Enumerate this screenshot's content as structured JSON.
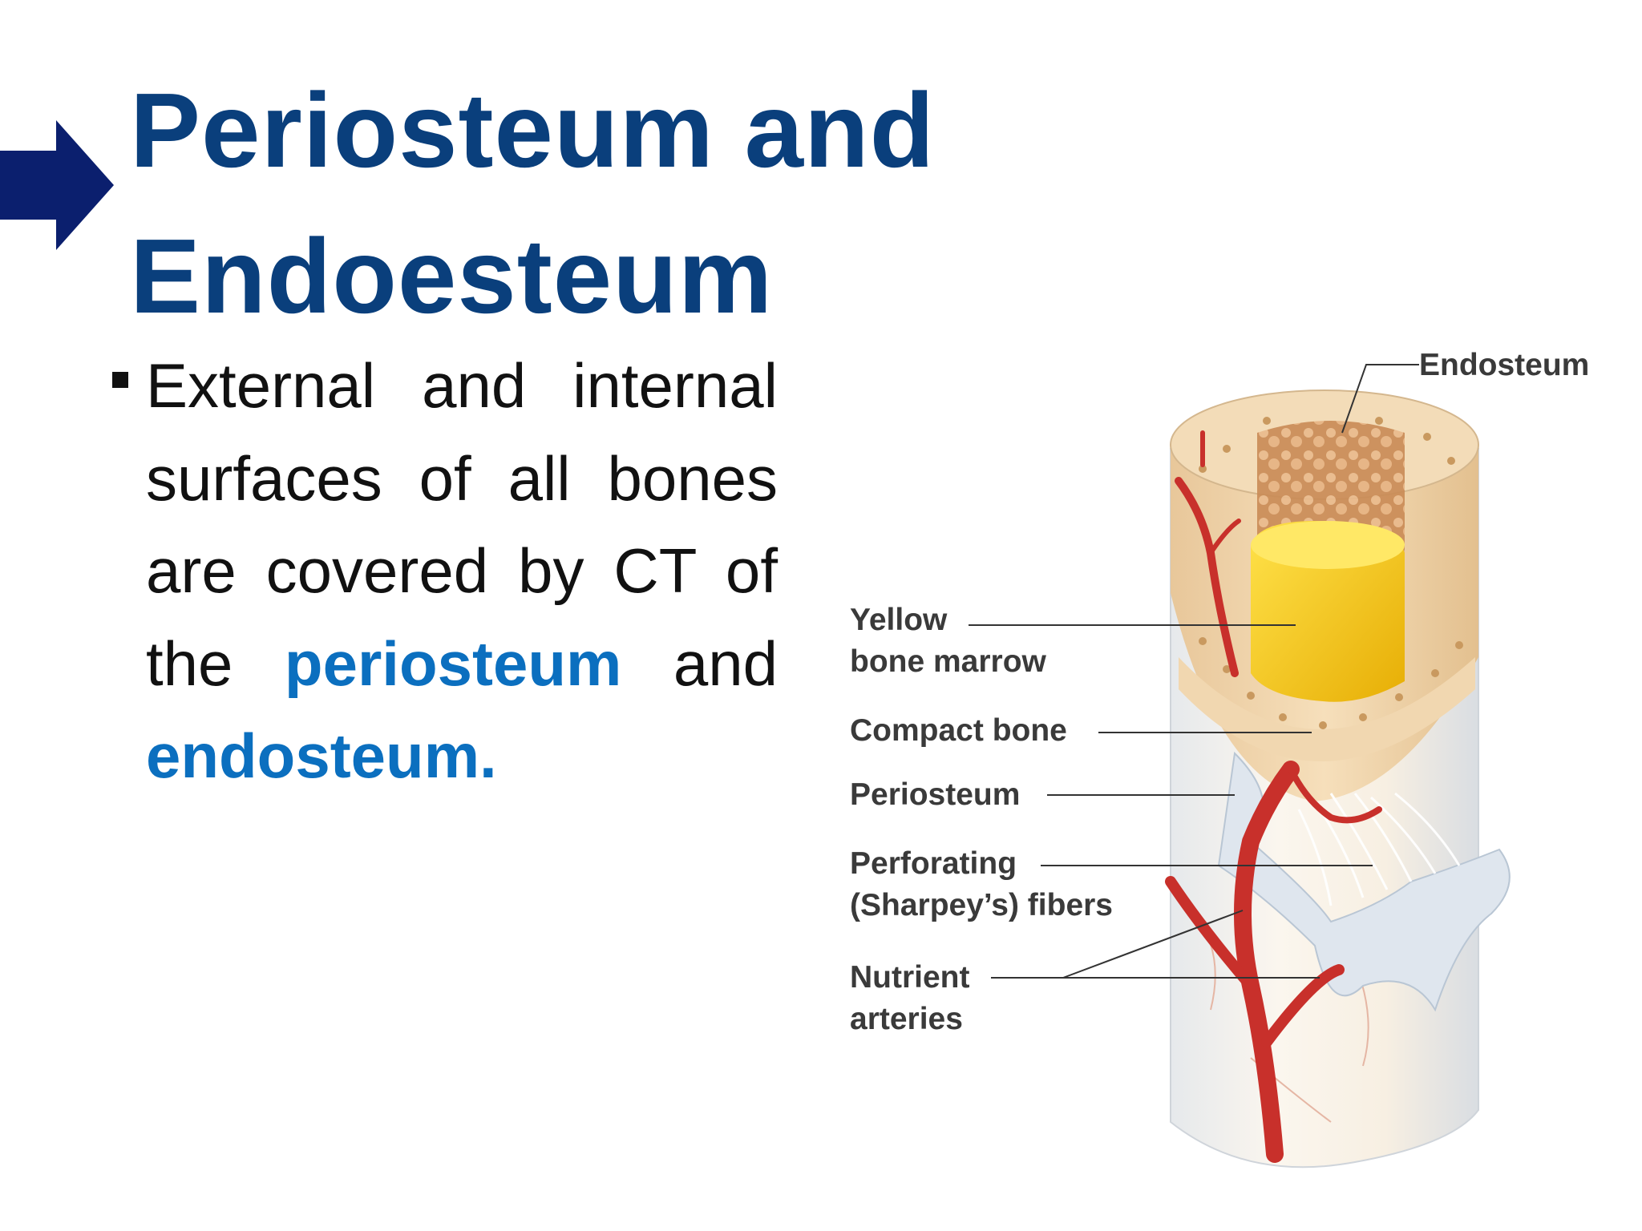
{
  "slide": {
    "title_lines": [
      "Periosteum and",
      "Endoesteum"
    ],
    "bullet": {
      "text_start": "External and internal surfaces of all bones are covered by CT of the ",
      "highlight_1": "periosteum",
      "text_middle": " and ",
      "highlight_2": "endosteum."
    }
  },
  "diagram": {
    "labels": {
      "endosteum": "Endosteum",
      "yellow_line1": "Yellow",
      "yellow_line2": "bone marrow",
      "compact": "Compact bone",
      "periosteum": "Periosteum",
      "perforating_line1": "Perforating",
      "perforating_line2": "(Sharpey’s) fibers",
      "nutrient_line1": "Nutrient",
      "nutrient_line2": "arteries"
    }
  },
  "colors": {
    "title": "#0a3f7c",
    "arrow": "#0b1f6e",
    "highlight": "#0b6fbf",
    "artery": "#c8302b",
    "marrow": "#f6c515"
  },
  "icons": {
    "arrow": "right-arrow-icon"
  }
}
